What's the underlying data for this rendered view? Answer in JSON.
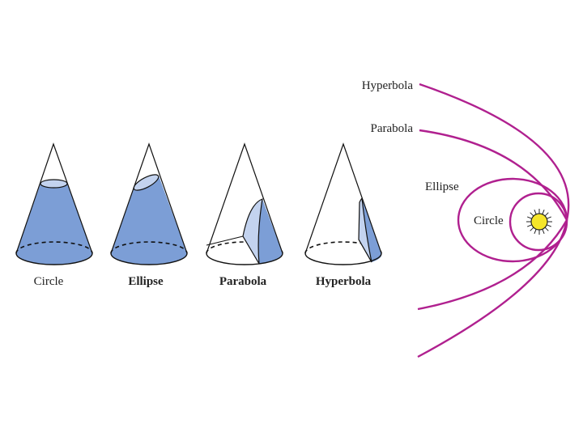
{
  "cones": [
    {
      "label": "Circle"
    },
    {
      "label": "Ellipse"
    },
    {
      "label": "Parabola"
    },
    {
      "label": "Hyperbola"
    }
  ],
  "orbits": {
    "hyperbola_label": "Hyperbola",
    "parabola_label": "Parabola",
    "ellipse_label": "Ellipse",
    "circle_label": "Circle"
  },
  "colors": {
    "cone_fill": "#7c9ed6",
    "section_fill": "#c3d3ef",
    "orbit": "#b0208f",
    "sun": "#f5e52a",
    "outline": "#111111"
  },
  "icons": {
    "sun": "sun-icon"
  }
}
